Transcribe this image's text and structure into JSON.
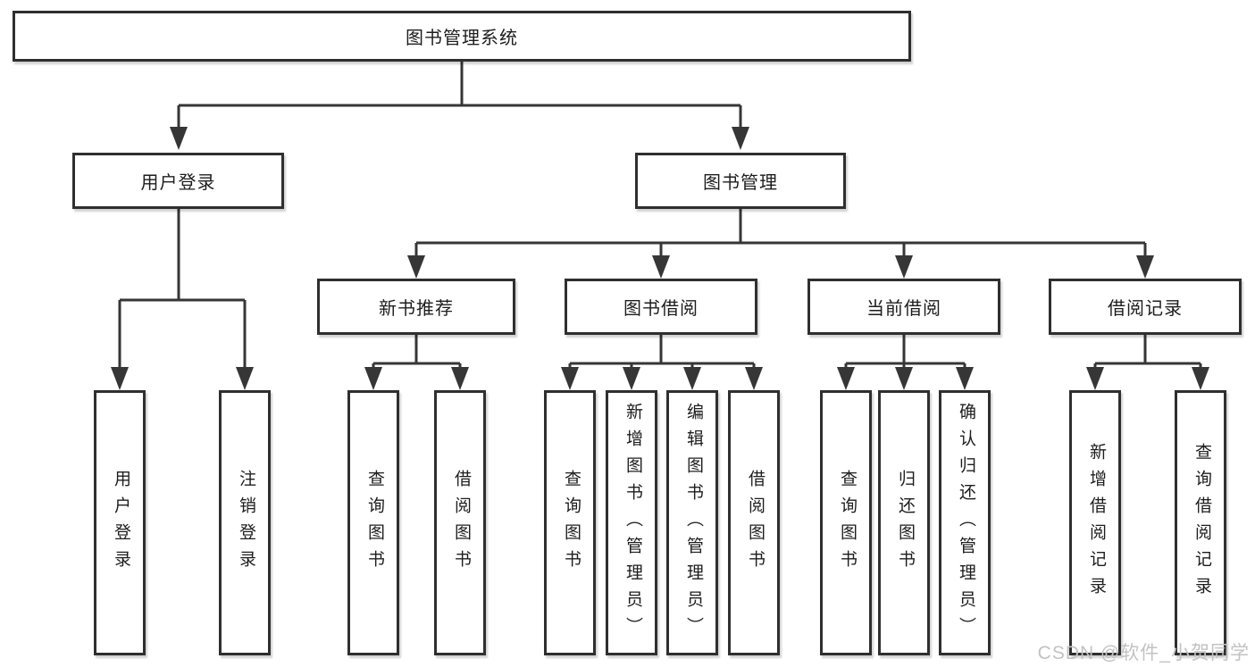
{
  "diagram": {
    "root": "图书管理系统",
    "user_login": "用户登录",
    "book_mgmt": "图书管理",
    "new_books": "新书推荐",
    "book_borrow": "图书借阅",
    "current_borrow": "当前借阅",
    "borrow_records": "借阅记录",
    "leaves": {
      "user_login": [
        "用户登录",
        "注销登录"
      ],
      "new_books": [
        "查询图书",
        "借阅图书"
      ],
      "book_borrow": [
        "查询图书",
        "新增图书（管理员）",
        "编辑图书（管理员）",
        "借阅图书"
      ],
      "current_borrow": [
        "查询图书",
        "归还图书",
        "确认归还（管理员）"
      ],
      "borrow_records": [
        "新增借阅记录",
        "查询借阅记录"
      ]
    },
    "watermark": "CSDN @软件_小贺同学",
    "colors": {
      "line": "#363636",
      "box_border": "#2f2f2f",
      "box_fill": "#ffffff",
      "text": "#1d1d1d",
      "watermark": "#c2c2c2",
      "background": "#ffffff"
    }
  }
}
